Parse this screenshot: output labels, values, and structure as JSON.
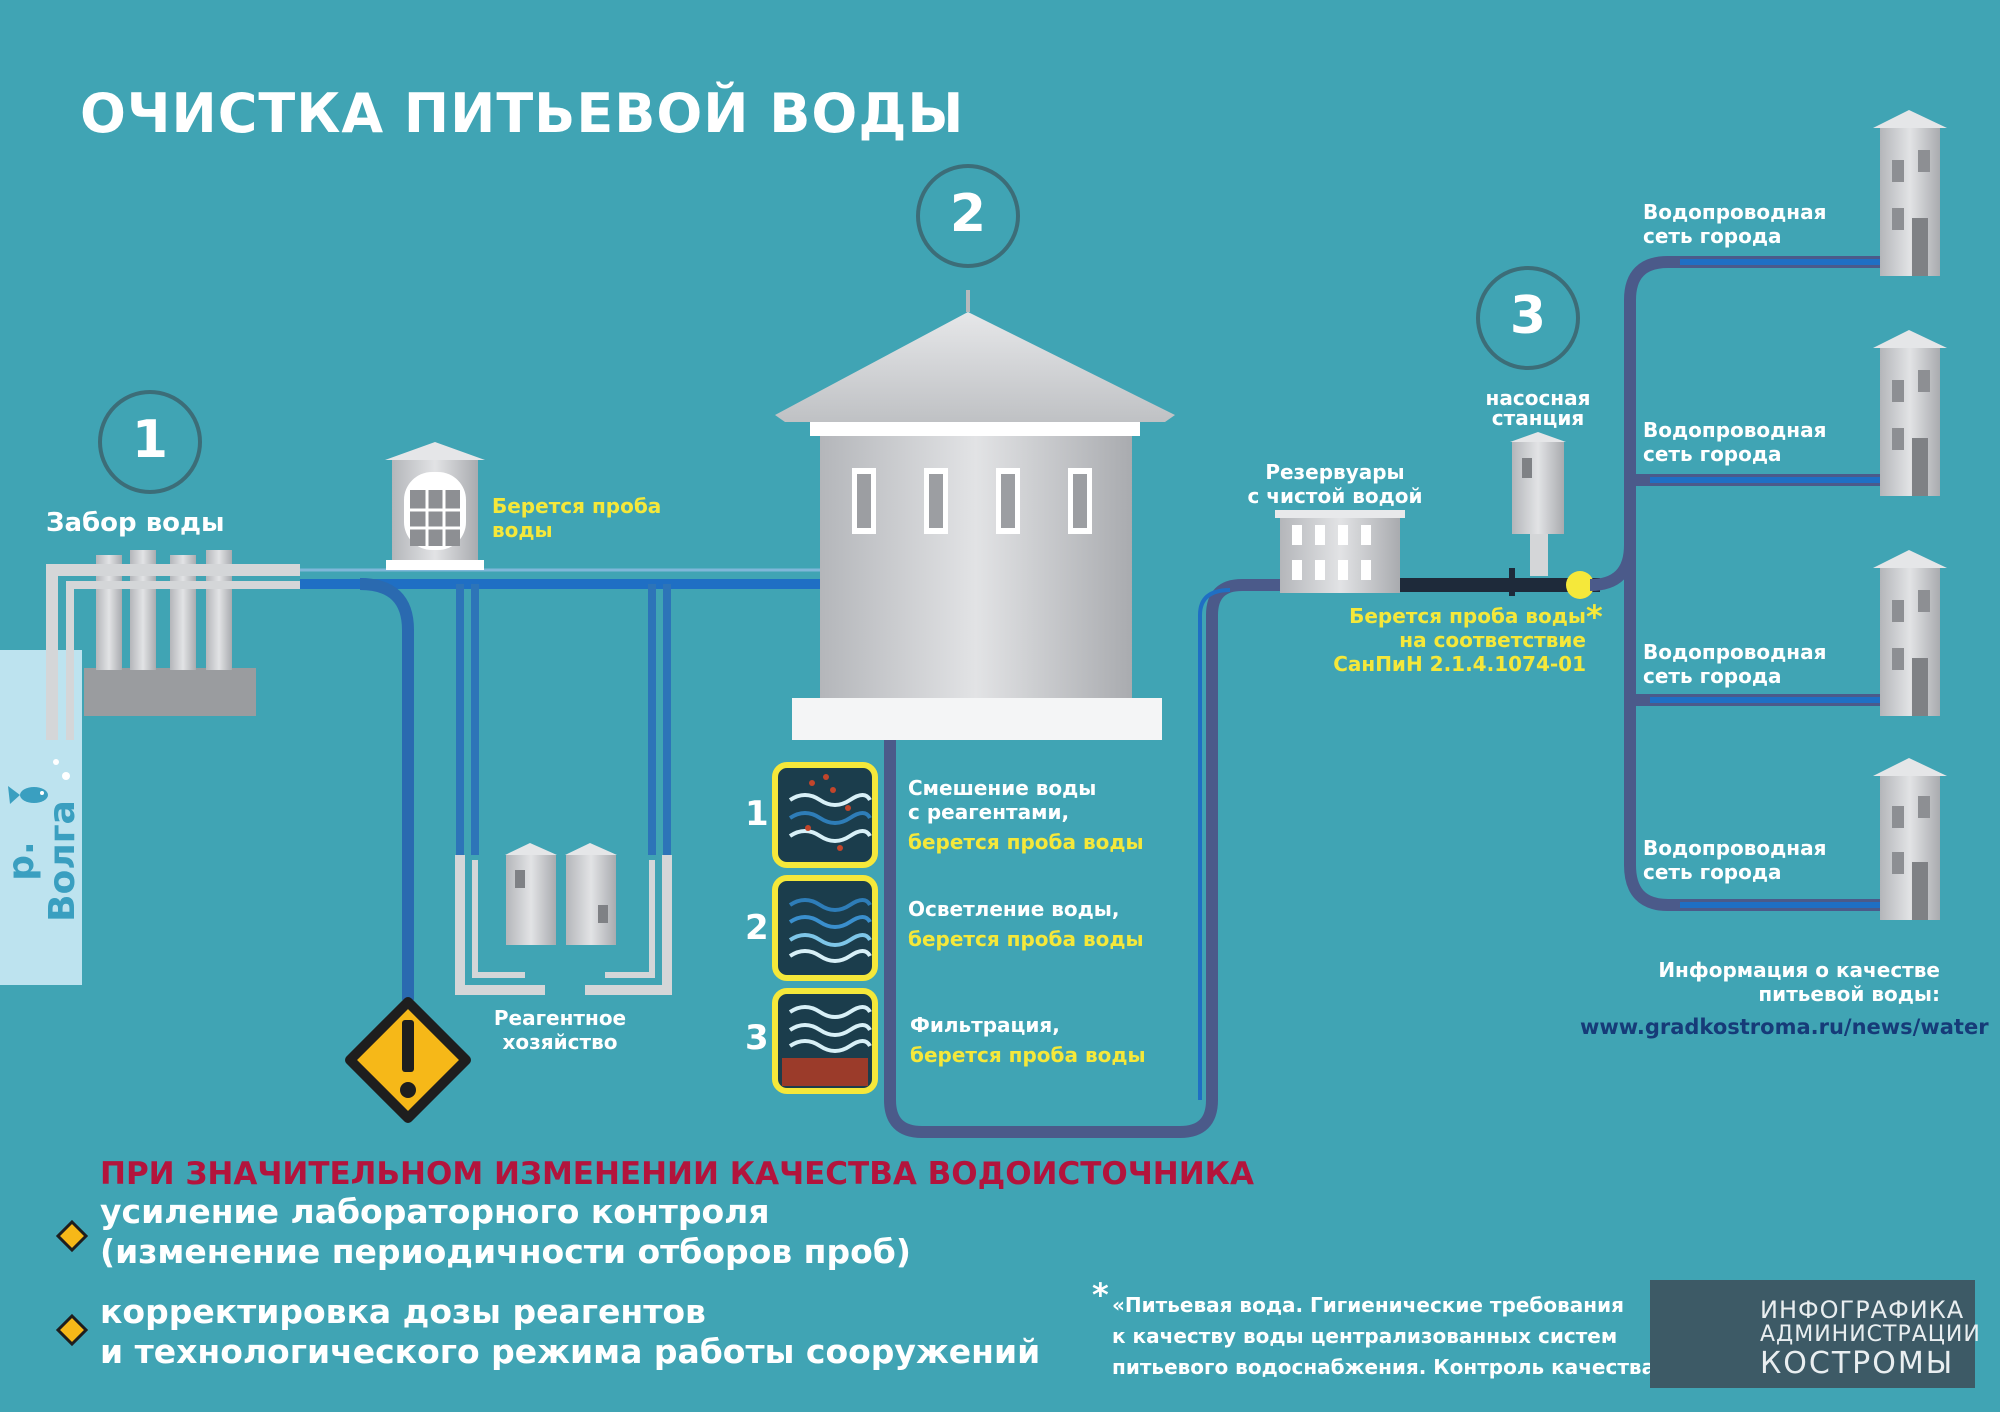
{
  "title": "ОЧИСТКА ПИТЬЕВОЙ ВОДЫ",
  "stages": [
    {
      "number": "1",
      "label": "Забор воды"
    },
    {
      "number": "2"
    },
    {
      "number": "3"
    }
  ],
  "river_label": "р. Волга",
  "sample_taken_water": "Берется проба\nводы",
  "reagent_facility": "Реагентное\nхозяйство",
  "treatment_steps": [
    {
      "number": "1",
      "line1": "Смешение воды",
      "line2": "с реагентами,",
      "sample": "берется проба воды"
    },
    {
      "number": "2",
      "line1": "Осветление воды,",
      "sample": "берется проба воды"
    },
    {
      "number": "3",
      "line1": "Фильтрация,",
      "sample": "берется проба воды"
    }
  ],
  "reservoirs_label": "Резервуары\nс чистой водой",
  "pump_station_label": "насосная\nстанция",
  "sanpin_sample": "Берется проба воды\nна соответствие\nСанПиН 2.1.4.1074-01",
  "asterisk": "*",
  "city_network_label": "Водопроводная\nсеть города",
  "info_label": "Информация о качестве\nпитьевой воды:",
  "info_url": "www.gradkostroma.ru/news/water",
  "warning": {
    "title": "ПРИ ЗНАЧИТЕЛЬНОМ ИЗМЕНЕНИИ КАЧЕСТВА ВОДОИСТОЧНИКА",
    "bullets": [
      "усиление лабораторного контроля\n(изменение периодичности отборов проб)",
      "корректировка дозы реагентов\nи технологического режима работы сооружений"
    ]
  },
  "footnote": "«Питьевая вода. Гигиенические требования\nк качеству воды централизованных систем\nпитьевого водоснабжения. Контроль качества»",
  "logo": {
    "line1": "ИНФОГРАФИКА",
    "line2": "АДМИНИСТРАЦИИ",
    "line3": "КОСТРОМЫ"
  },
  "colors": {
    "background": "#40a4b4",
    "highlight": "#f5e83a",
    "warning_red": "#b3143c",
    "pipe_blue": "#1f6fc4",
    "pipe_dark": "#4b5a8a",
    "building_gray": "#c9cbcf",
    "link_blue": "#163b78"
  }
}
